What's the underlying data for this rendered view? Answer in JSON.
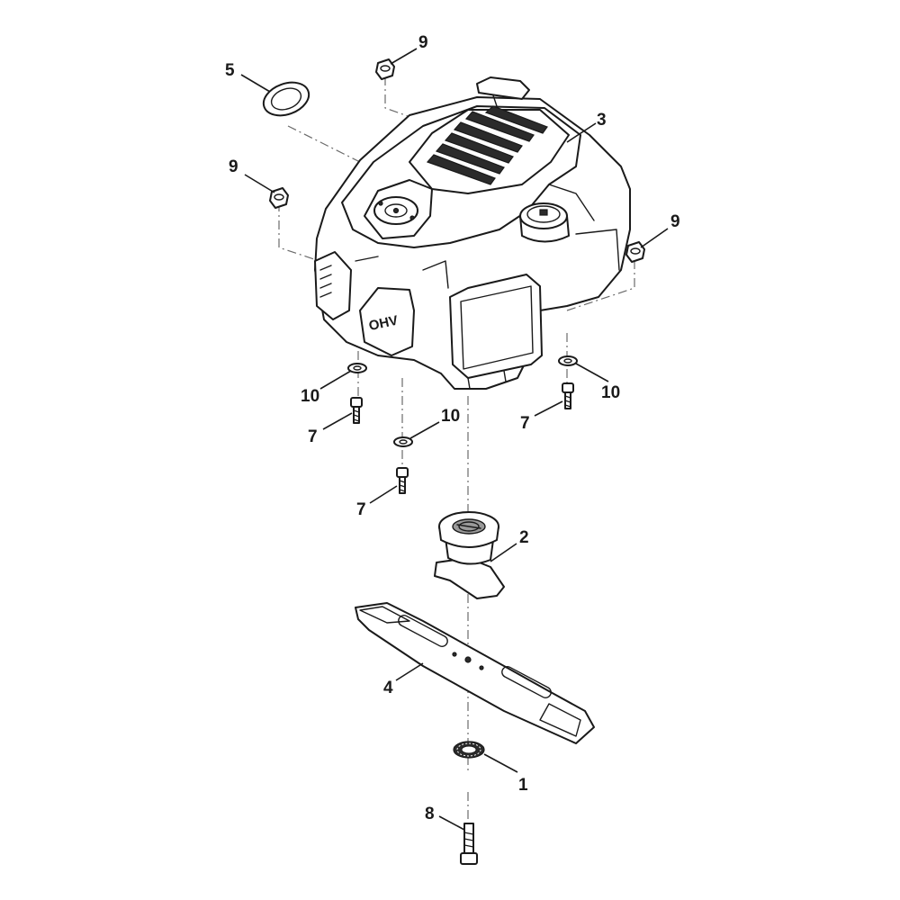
{
  "callouts": {
    "part_1": "1",
    "part_2": "2",
    "part_3": "3",
    "part_4": "4",
    "part_5": "5",
    "part_7": "7",
    "part_8": "8",
    "part_9": "9",
    "part_10": "10"
  },
  "engine": {
    "badge_text": "OHV"
  }
}
